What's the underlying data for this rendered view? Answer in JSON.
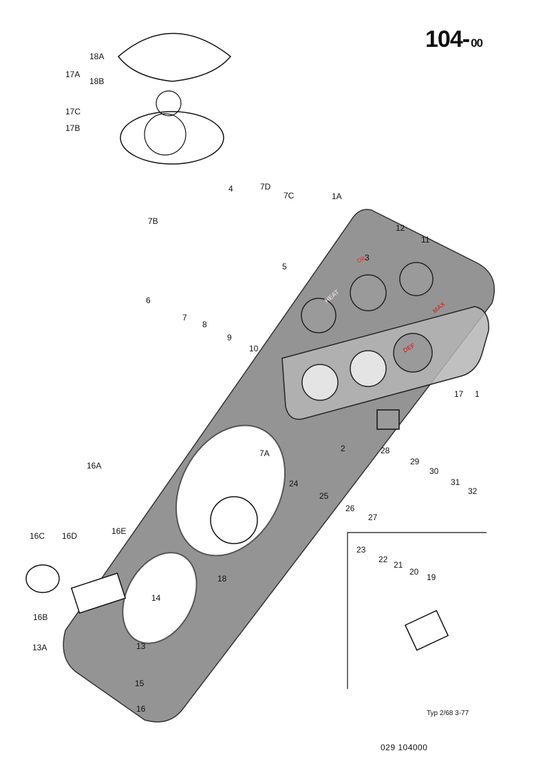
{
  "header": {
    "main": "104-",
    "sub": "00"
  },
  "footer": {
    "typ": "Typ 2/68   3-77",
    "code": "029  104000"
  },
  "panel_labels": {
    "oil": "OIL",
    "heat": "HEAT",
    "def": "DEF",
    "max": "MAX"
  },
  "labels": [
    "18A",
    "17A",
    "18B",
    "17C",
    "17B",
    "4",
    "7D",
    "7C",
    "1A",
    "7B",
    "12",
    "11",
    "6",
    "7",
    "5",
    "3",
    "8",
    "9",
    "10",
    "17",
    "1",
    "2",
    "7A",
    "28",
    "29",
    "30",
    "31",
    "32",
    "16A",
    "24",
    "25",
    "26",
    "27",
    "16C",
    "16D",
    "16E",
    "16B",
    "14",
    "18",
    "13A",
    "13",
    "15",
    "16",
    "23",
    "22",
    "21",
    "20",
    "19"
  ]
}
